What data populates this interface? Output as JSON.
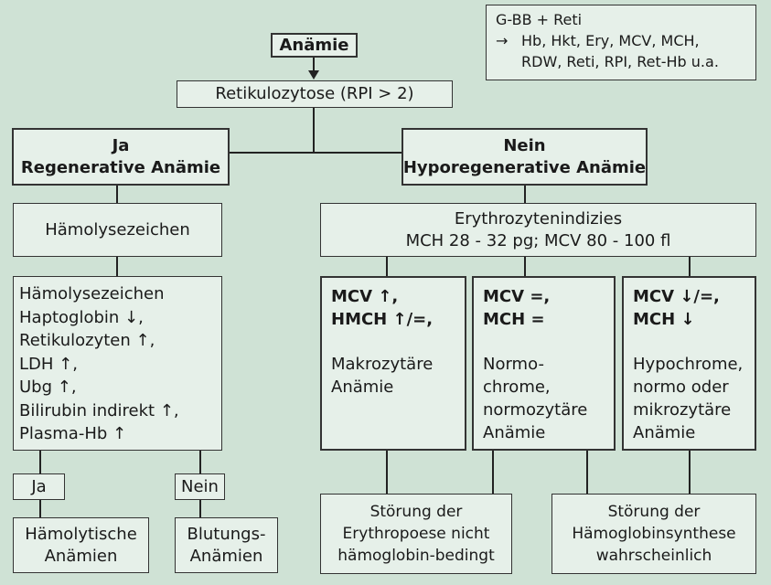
{
  "legend": {
    "line1": "G-BB + Reti",
    "arrow": "→",
    "line2": "Hb, Hkt, Ery, MCV, MCH,",
    "line3": "RDW, Reti, RPI, Ret-Hb u.a."
  },
  "start": "Anämie",
  "reticulocytosis": "Retikulozytose (RPI > 2)",
  "yes_branch": {
    "line1": "Ja",
    "line2": "Regenerative Anämie"
  },
  "no_branch": {
    "line1": "Nein",
    "line2": "Hyporegenerative Anämie"
  },
  "hemolysis_signs": "Hämolysezeichen",
  "hemolysis_details": [
    "Hämolysezeichen",
    "Haptoglobin ↓,",
    "Retikulozyten ↑,",
    "LDH ↑,",
    "Ubg ↑,",
    "Bilirubin indirekt ↑,",
    "Plasma-Hb ↑"
  ],
  "ja_label": "Ja",
  "nein_label": "Nein",
  "hemolytic": {
    "line1": "Hämolytische",
    "line2": "Anämien"
  },
  "bleeding": {
    "line1": "Blutungs-",
    "line2": "Anämien"
  },
  "indices": {
    "line1": "Erythrozytenindizies",
    "line2": "MCH 28 - 32 pg; MCV 80 - 100 fl"
  },
  "macro": {
    "head1": "MCV ↑,",
    "head2": "HMCH ↑/=,",
    "body1": "Makrozytäre",
    "body2": "Anämie"
  },
  "normo": {
    "head1": "MCV =,",
    "head2": "MCH =",
    "body1": "Normo-",
    "body2": "chrome,",
    "body3": "normozytäre",
    "body4": "Anämie"
  },
  "hypo": {
    "head1": "MCV ↓/=,",
    "head2": "MCH ↓",
    "body1": "Hypochrome,",
    "body2": "normo oder",
    "body3": "mikrozytäre",
    "body4": "Anämie"
  },
  "erythropoiesis": {
    "line1": "Störung der",
    "line2": "Erythropoese nicht",
    "line3": "hämoglobin-bedingt"
  },
  "hb_synthesis": {
    "line1": "Störung der",
    "line2": "Hämoglobinsynthese",
    "line3": "wahrscheinlich"
  }
}
